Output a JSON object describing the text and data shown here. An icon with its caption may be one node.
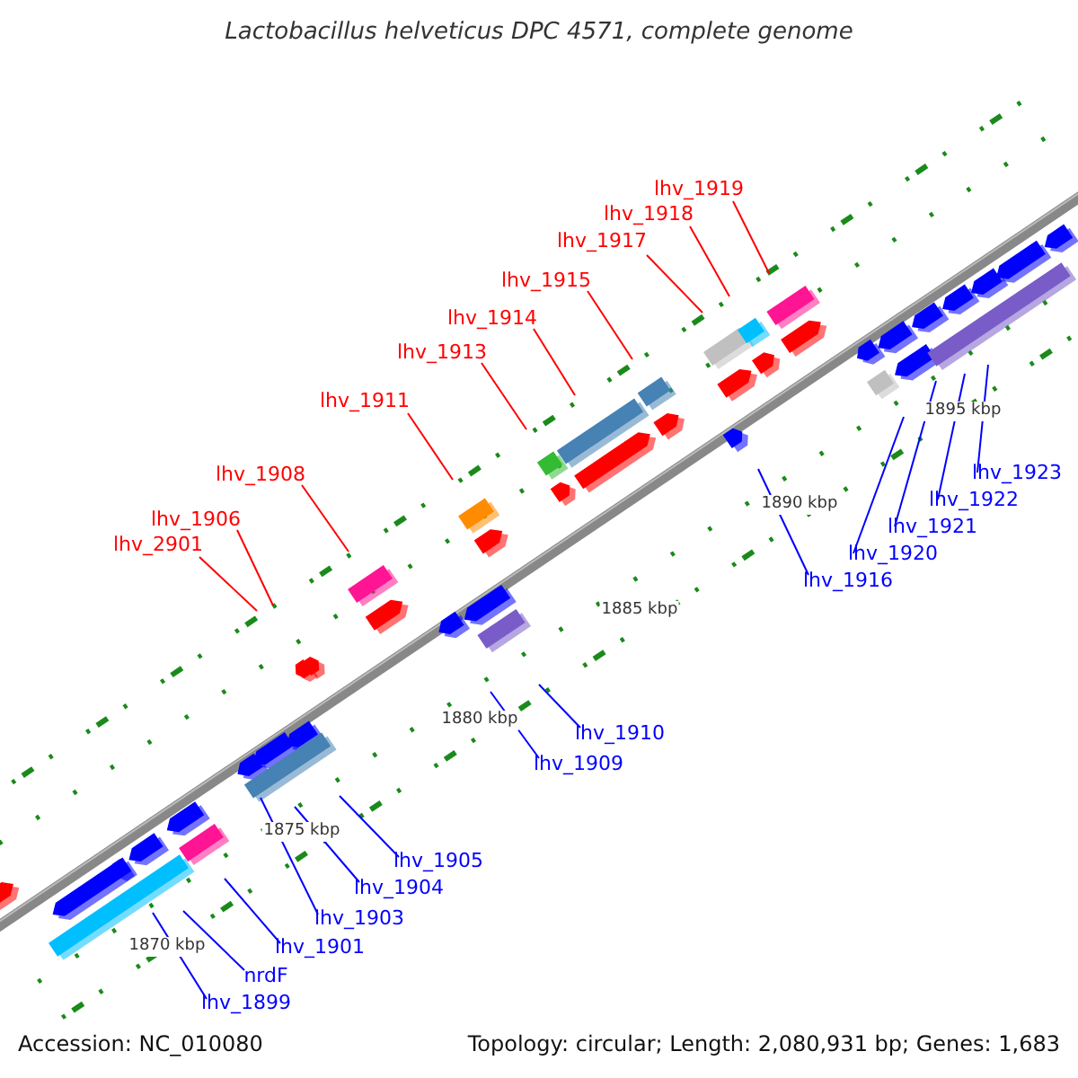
{
  "diagram": {
    "title": "Lactobacillus helveticus DPC 4571, complete genome",
    "nodes": [
      {
        "text": [
          "lhv_1919"
        ]
      },
      {
        "text": [
          "lhv_1918"
        ]
      },
      {
        "text": [
          "lhv_1917"
        ]
      },
      {
        "text": [
          "lhv_1915"
        ]
      },
      {
        "text": [
          "lhv_1914"
        ]
      },
      {
        "text": [
          "lhv_1913"
        ]
      },
      {
        "text": [
          "lhv_1911"
        ]
      },
      {
        "text": [
          "lhv_1908"
        ]
      },
      {
        "text": [
          "lhv_1906"
        ]
      },
      {
        "text": [
          "lhv_2901"
        ]
      },
      {
        "text": [
          "lhv_1923"
        ]
      },
      {
        "text": [
          "lhv_1922"
        ]
      },
      {
        "text": [
          "lhv_1921"
        ]
      },
      {
        "text": [
          "lhv_1920"
        ]
      },
      {
        "text": [
          "lhv_1916"
        ]
      },
      {
        "text": [
          "lhv_1910"
        ]
      },
      {
        "text": [
          "lhv_1909"
        ]
      },
      {
        "text": [
          "lhv_1905"
        ]
      },
      {
        "text": [
          "lhv_1904"
        ]
      },
      {
        "text": [
          "lhv_1903"
        ]
      },
      {
        "text": [
          "lhv_1901"
        ]
      },
      {
        "text": [
          "nrdF"
        ]
      },
      {
        "text": [
          "lhv_1899"
        ]
      }
    ],
    "edges": [
      {
        "from": 0,
        "to": null,
        "arrow": "none",
        "color": "#ff0000"
      },
      {
        "from": 1,
        "to": null,
        "arrow": "none",
        "color": "#ff0000"
      },
      {
        "from": 2,
        "to": null,
        "arrow": "none",
        "color": "#ff0000"
      },
      {
        "from": 3,
        "to": null,
        "arrow": "none",
        "color": "#ff0000"
      },
      {
        "from": 4,
        "to": null,
        "arrow": "none",
        "color": "#ff0000"
      },
      {
        "from": 5,
        "to": null,
        "arrow": "none",
        "color": "#ff0000"
      },
      {
        "from": 6,
        "to": null,
        "arrow": "none",
        "color": "#ff0000"
      },
      {
        "from": 7,
        "to": null,
        "arrow": "none",
        "color": "#ff0000"
      },
      {
        "from": 8,
        "to": null,
        "arrow": "none",
        "color": "#ff0000"
      },
      {
        "from": 9,
        "to": null,
        "arrow": "none",
        "color": "#ff0000"
      },
      {
        "from": 10,
        "to": null,
        "arrow": "none"
      },
      {
        "from": 11,
        "to": null,
        "arrow": "none"
      },
      {
        "from": 12,
        "to": null,
        "arrow": "none"
      },
      {
        "from": 13,
        "to": null,
        "arrow": "none"
      },
      {
        "from": 14,
        "to": null,
        "arrow": "none"
      },
      {
        "from": 15,
        "to": null,
        "arrow": "none"
      },
      {
        "from": 16,
        "to": null,
        "arrow": "none"
      },
      {
        "from": 17,
        "to": null,
        "arrow": "none"
      },
      {
        "from": 18,
        "to": null,
        "arrow": "none"
      },
      {
        "from": 19,
        "to": null,
        "arrow": "none"
      },
      {
        "from": 20,
        "to": null,
        "arrow": "none"
      },
      {
        "from": 21,
        "to": null,
        "arrow": "none"
      },
      {
        "from": 22,
        "to": null,
        "arrow": "none"
      }
    ],
    "labels": [
      "1895 kbp",
      "1890 kbp",
      "1885 kbp",
      "1880 kbp",
      "1875 kbp",
      "1870 kbp",
      "Accession: NC_010080",
      "Topology: circular; Length: 2,080,931 bp; Genes: 1,683"
    ]
  }
}
